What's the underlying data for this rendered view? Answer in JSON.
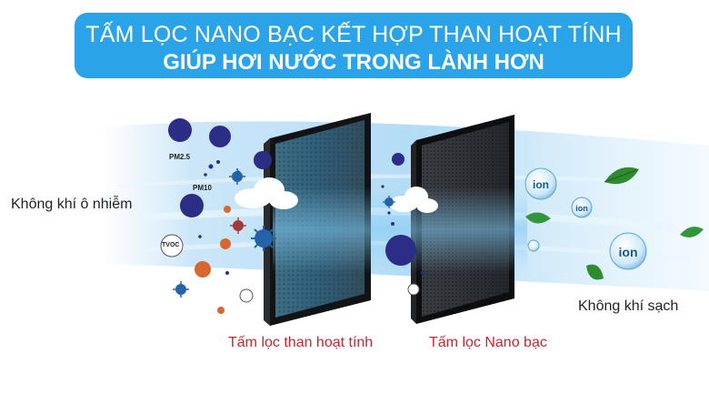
{
  "banner": {
    "line1": "TẤM LỌC NANO BẠC KẾT HỢP THAN HOẠT TÍNH",
    "line2": "GIÚP HƠI NƯỚC TRONG LÀNH HƠN",
    "color": "#2aa3e8"
  },
  "labels": {
    "polluted_air": "Không khí ô nhiễm",
    "clean_air": "Không khí sạch",
    "activated_carbon_filter": "Tấm lọc than hoạt tính",
    "nano_silver_filter": "Tấm lọc Nano bạc"
  },
  "pollutants": {
    "pm25": "PM2.5",
    "pm10": "PM10",
    "tvoc": "TVOC"
  },
  "ion_label": "ion",
  "colors": {
    "label_red": "#c4272f",
    "pollutant_blue": "#2b2d86",
    "virus_blue": "#2563a8",
    "bacteria_orange": "#d9672e",
    "leaf_green": "#2e8b2e"
  }
}
